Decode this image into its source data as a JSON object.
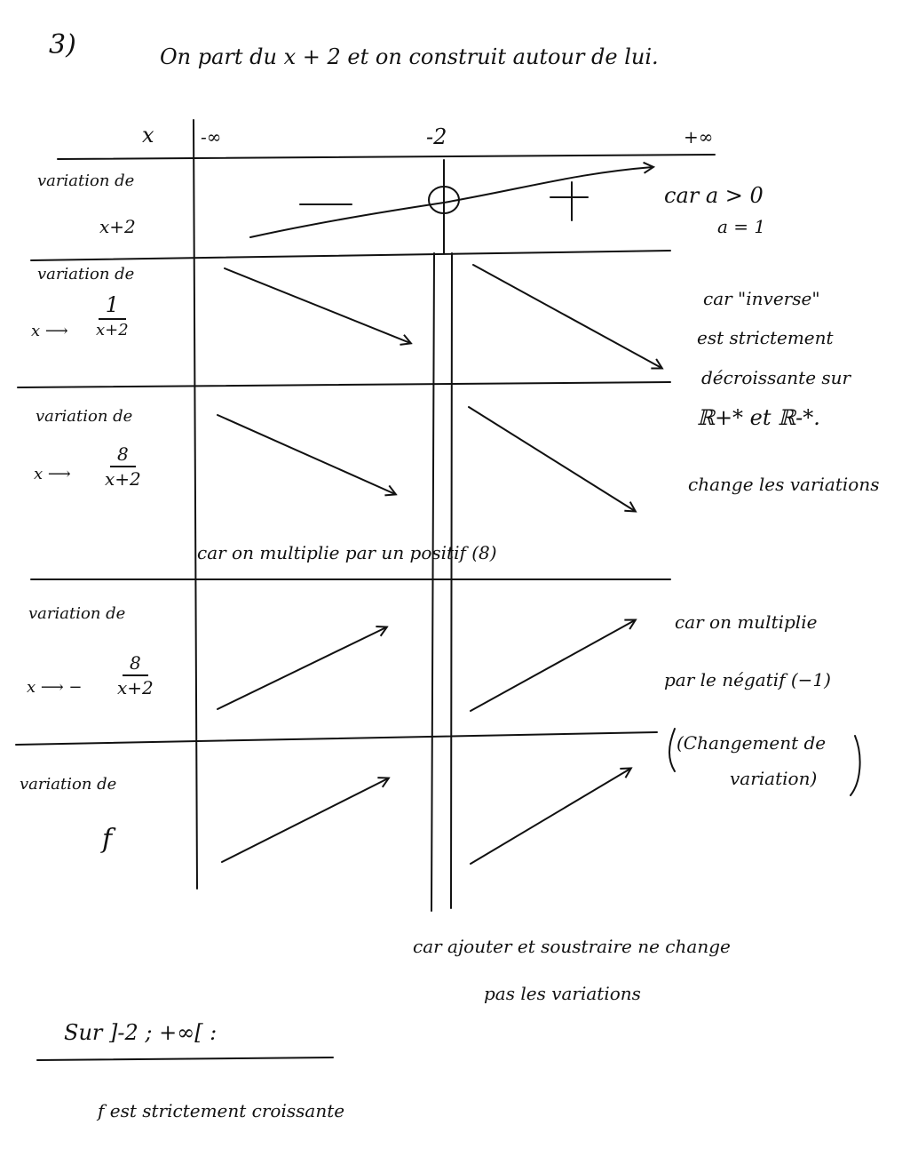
{
  "header": {
    "question_number": "3)",
    "intro": "On part du x + 2 et on construit autour de lui."
  },
  "table": {
    "x_label": "x",
    "x_values": [
      "-∞",
      "-2",
      "+∞"
    ],
    "rows": [
      {
        "label_line1": "variation de",
        "label_line2": "x+2",
        "sign_left": "—",
        "zero": "0",
        "sign_right": "+",
        "arrows": [
          "increasing-line"
        ],
        "note_line1": "car a > 0",
        "note_line2": "a = 1"
      },
      {
        "label_line1": "variation de",
        "label_prefix": "x ⟶",
        "frac_num": "1",
        "frac_den": "x+2",
        "arrows": [
          "decreasing",
          "decreasing"
        ],
        "note_line1": "car \"inverse\"",
        "note_line2": "est strictement",
        "note_line3": "décroissante sur",
        "note_line4": "ℝ+* et ℝ-*.",
        "note_line5": "change les variations"
      },
      {
        "label_line1": "variation de",
        "label_prefix": "x ⟶",
        "frac_num": "8",
        "frac_den": "x+2",
        "arrows": [
          "decreasing",
          "decreasing"
        ],
        "below_note": "car on multiplie par un positif (8)"
      },
      {
        "label_line1": "variation de",
        "label_prefix": "x ⟶ −",
        "frac_num": "8",
        "frac_den": "x+2",
        "arrows": [
          "increasing",
          "increasing"
        ],
        "note_line1": "car on multiplie",
        "note_line2": "par le négatif (−1)",
        "note_line3": "(Changement de",
        "note_line4": "variation)"
      },
      {
        "label_line1": "variation de",
        "label_line2": "f",
        "arrows": [
          "increasing",
          "increasing"
        ]
      }
    ],
    "bottom_note_line1": "car ajouter et soustraire ne change",
    "bottom_note_line2": "pas les variations"
  },
  "conclusion": {
    "heading": "Sur ]-2 ; +∞[ :",
    "statement": "f est strictement croissante"
  }
}
